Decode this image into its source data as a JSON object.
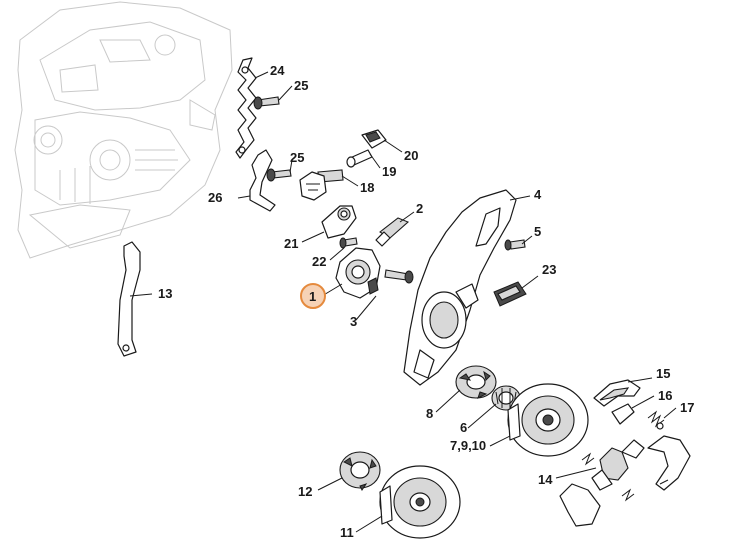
{
  "diagram": {
    "highlight_color": "#e58a3d",
    "callouts": [
      {
        "id": "c24",
        "label": "24"
      },
      {
        "id": "c25a",
        "label": "25"
      },
      {
        "id": "c20",
        "label": "20"
      },
      {
        "id": "c19",
        "label": "19"
      },
      {
        "id": "c25b",
        "label": "25"
      },
      {
        "id": "c18",
        "label": "18"
      },
      {
        "id": "c26",
        "label": "26"
      },
      {
        "id": "c2",
        "label": "2"
      },
      {
        "id": "c4",
        "label": "4"
      },
      {
        "id": "c5",
        "label": "5"
      },
      {
        "id": "c21",
        "label": "21"
      },
      {
        "id": "c22",
        "label": "22"
      },
      {
        "id": "c23",
        "label": "23"
      },
      {
        "id": "c13",
        "label": "13"
      },
      {
        "id": "c1",
        "label": "1",
        "highlighted": true
      },
      {
        "id": "c3",
        "label": "3"
      },
      {
        "id": "c15",
        "label": "15"
      },
      {
        "id": "c16",
        "label": "16"
      },
      {
        "id": "c8",
        "label": "8"
      },
      {
        "id": "c17",
        "label": "17"
      },
      {
        "id": "c6",
        "label": "6"
      },
      {
        "id": "c7910",
        "label": "7,9,10"
      },
      {
        "id": "c14",
        "label": "14"
      },
      {
        "id": "c12",
        "label": "12"
      },
      {
        "id": "c11",
        "label": "11"
      }
    ]
  }
}
